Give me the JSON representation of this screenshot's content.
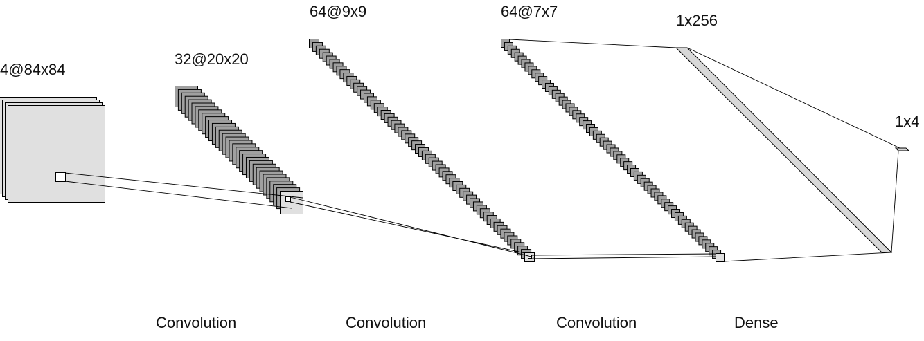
{
  "layers": [
    {
      "id": "input",
      "shape_label": "4@84x84"
    },
    {
      "id": "conv1",
      "shape_label": "32@20x20"
    },
    {
      "id": "conv2",
      "shape_label": "64@9x9"
    },
    {
      "id": "conv3",
      "shape_label": "64@7x7"
    },
    {
      "id": "dense",
      "shape_label": "1x256"
    },
    {
      "id": "output",
      "shape_label": "1x4"
    }
  ],
  "operations": [
    "Convolution",
    "Convolution",
    "Convolution",
    "Dense"
  ],
  "colors": {
    "input_fill": "#e0e0e0",
    "feature_map_fill": "#a0a0a0",
    "front_map_fill": "#e0e0e0",
    "dense_fill": "#d8d8d8",
    "stroke": "#000000"
  }
}
